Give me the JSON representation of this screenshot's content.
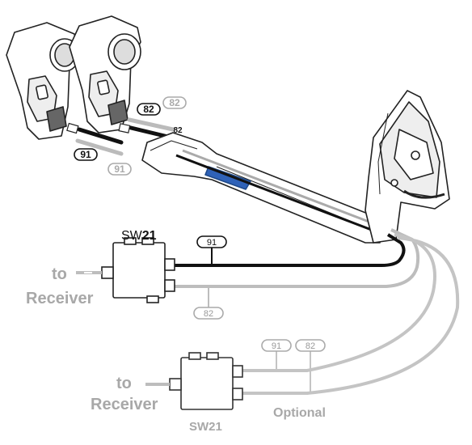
{
  "diagram": {
    "top_switch_label": {
      "prefix": "SW",
      "number": "21"
    },
    "bottom_switch_label": "SW21",
    "to_1": "to",
    "receiver_1": "Receiver",
    "to_2": "to",
    "receiver_2": "Receiver",
    "optional": "Optional",
    "tags": {
      "lnb_82": "82",
      "lnb_82_ghost": "82",
      "lnb_91": "91",
      "lnb_91_ghost": "91",
      "port_82": "82",
      "top_91": "91",
      "top_82": "82",
      "bottom_91": "91",
      "bottom_82": "82"
    }
  },
  "colors": {
    "dark_cable": "#111111",
    "grey_cable": "#b9b9b9",
    "ghost_text": "#a8a8a8",
    "accent_blue": "#2f62b8"
  }
}
